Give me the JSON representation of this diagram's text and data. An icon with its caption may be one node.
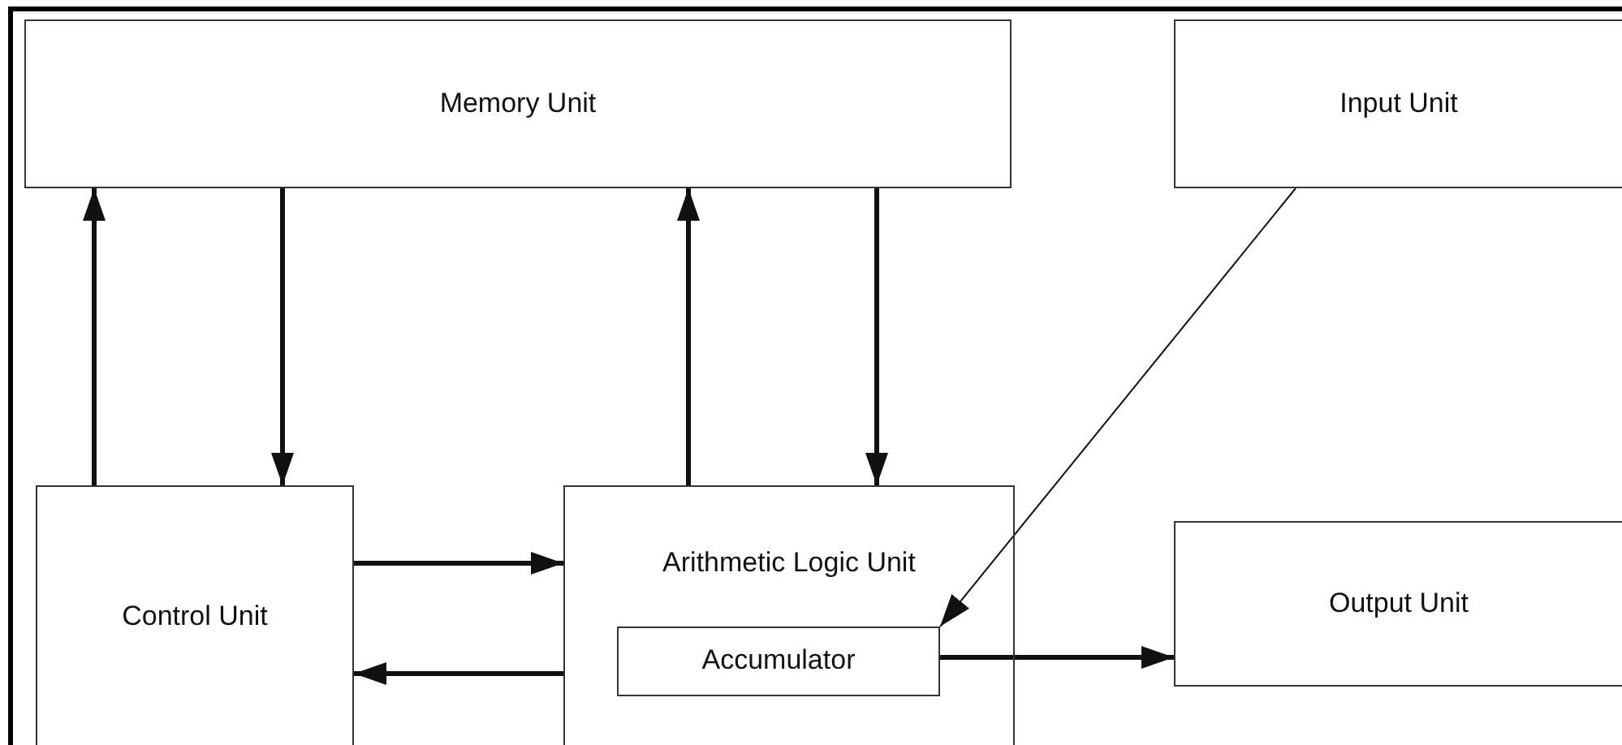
{
  "diagram": {
    "nodes": [
      {
        "text": [
          "Memory Unit"
        ]
      },
      {
        "text": [
          "Input Unit"
        ]
      },
      {
        "text": [
          "Control Unit"
        ]
      },
      {
        "text": [
          "Arithmetic Logic Unit"
        ]
      },
      {
        "text": [
          "Accumulator"
        ],
        "in": 3
      },
      {
        "text": [
          "Output Unit"
        ]
      }
    ],
    "edges": [
      {
        "from": 2,
        "to": 0,
        "arrow": "to"
      },
      {
        "from": 0,
        "to": 2,
        "arrow": "to"
      },
      {
        "from": 3,
        "to": 0,
        "arrow": "to"
      },
      {
        "from": 0,
        "to": 3,
        "arrow": "to"
      },
      {
        "from": 2,
        "to": 3,
        "arrow": "to"
      },
      {
        "from": 3,
        "to": 2,
        "arrow": "to"
      },
      {
        "from": 1,
        "to": 4,
        "arrow": "to"
      },
      {
        "from": 4,
        "to": 5,
        "arrow": "to"
      }
    ]
  }
}
